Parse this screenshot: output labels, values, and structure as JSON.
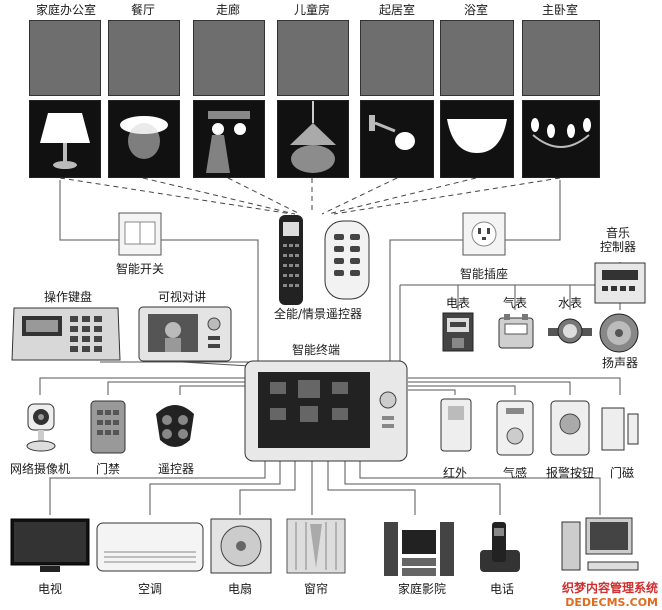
{
  "rooms": [
    "家庭办公室",
    "餐厅",
    "走廊",
    "儿童房",
    "起居室",
    "浴室",
    "主卧室"
  ],
  "center": {
    "label": "智能终端"
  },
  "remote": {
    "label": "全能/情景遥控器"
  },
  "upper_devices": {
    "smart_switch": "智能开关",
    "smart_socket": "智能插座",
    "music_controller": "音乐\n控制器",
    "keyboard": "操作键盘",
    "video_intercom": "可视对讲",
    "electric_meter": "电表",
    "gas_meter": "气表",
    "water_meter": "水表",
    "speaker": "扬声器"
  },
  "middle_devices": {
    "camera": "网络摄像机",
    "door_access": "门禁",
    "remote_control": "遥控器",
    "infrared": "红外",
    "gas_sensor": "气感",
    "alarm_button": "报警按钮",
    "door_magnet": "门磁"
  },
  "appliances": [
    "电视",
    "空调",
    "电扇",
    "窗帘",
    "家庭影院",
    "电话"
  ],
  "watermark": {
    "line1": "织梦内容管理系统",
    "line2": "DEDECMS.COM"
  }
}
